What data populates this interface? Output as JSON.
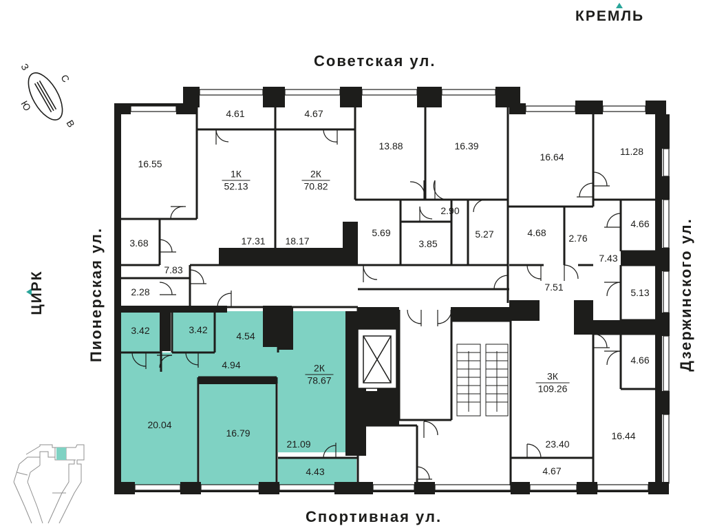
{
  "streets": {
    "top": "Советская ул.",
    "bottom": "Спортивная ул.",
    "left": "Пионерская ул.",
    "right": "Дзержинского ул."
  },
  "landmarks": {
    "kremlin": "КРЕМЛЬ",
    "circus": "ЦИРК"
  },
  "compass": {
    "north": "С",
    "south": "Ю",
    "east": "В",
    "west": "З"
  },
  "colors": {
    "highlight": "#7fd2c3",
    "wall": "#1d1d1b",
    "accent_marker": "#2aa59a"
  },
  "apartments": [
    {
      "type": "1К",
      "area": "52.13",
      "selected": false
    },
    {
      "type": "2К",
      "area": "70.82",
      "selected": false
    },
    {
      "type": "2К",
      "area": "78.67",
      "selected": true
    },
    {
      "type": "3К",
      "area": "109.26",
      "selected": false
    }
  ],
  "rooms": [
    "16.55",
    "4.61",
    "4.67",
    "13.88",
    "16.39",
    "16.64",
    "11.28",
    "3.68",
    "17.31",
    "18.17",
    "5.69",
    "2.90",
    "3.85",
    "5.27",
    "4.68",
    "2.76",
    "4.66",
    "7.43",
    "7.83",
    "7.51",
    "2.28",
    "5.13",
    "3.42",
    "3.42",
    "4.54",
    "4.94",
    "4.66",
    "20.04",
    "16.79",
    "21.09",
    "23.40",
    "16.44",
    "4.43",
    "4.67"
  ]
}
